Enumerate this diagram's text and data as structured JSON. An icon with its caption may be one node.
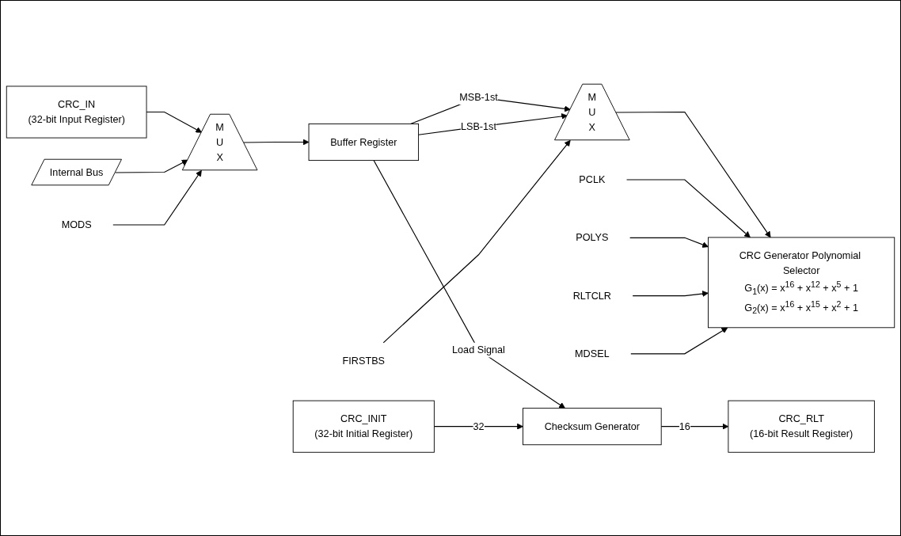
{
  "diagram": {
    "nodes": [
      {
        "text": [
          "CRC_IN",
          "(32-bit Input Register)"
        ]
      },
      {
        "text": [
          "Internal Bus"
        ]
      },
      {
        "text": [
          "MODS"
        ]
      },
      {
        "text": [
          "M U X"
        ]
      },
      {
        "text": [
          "Buffer Register"
        ]
      },
      {
        "text": [
          "FIRSTBS"
        ]
      },
      {
        "text": [
          "M U X"
        ]
      },
      {
        "text": [
          "CRC_INIT",
          "(32-bit Initial Register)"
        ]
      },
      {
        "text": [
          "PCLK"
        ]
      },
      {
        "text": [
          "POLYS"
        ]
      },
      {
        "text": [
          "RLTCLR"
        ]
      },
      {
        "text": [
          "MDSEL"
        ]
      },
      {
        "text": [
          "CRC Generator Polynomial Selector",
          "G$_{1}$(x) = x$^{16}$ + x$^{12}$ + x$^{5}$ + 1",
          "G$_{2}$(x) = x$^{16}$ + x$^{15}$ + x$^{2}$ + 1"
        ]
      },
      {
        "text": [
          "Checksum Generator"
        ]
      },
      {
        "text": [
          "CRC_RLT",
          "(16-bit Result Register)"
        ]
      }
    ],
    "edges": [
      {
        "from": 0,
        "to": 3,
        "arrow": "to"
      },
      {
        "from": 1,
        "to": 3,
        "arrow": "to"
      },
      {
        "from": 2,
        "to": 3,
        "arrow": "to"
      },
      {
        "from": 3,
        "to": 4,
        "arrow": "to"
      },
      {
        "from": 4,
        "to": 6,
        "arrow": "to",
        "label": "MSB-1st"
      },
      {
        "from": 4,
        "to": 6,
        "arrow": "to",
        "label": "LSB-1st"
      },
      {
        "from": 5,
        "to": 6,
        "arrow": "to"
      },
      {
        "from": 6,
        "to": 12,
        "arrow": "to"
      },
      {
        "from": 4,
        "to": 13,
        "arrow": "to",
        "label": "Load Signal"
      },
      {
        "from": 7,
        "to": 13,
        "arrow": "to",
        "label": "32"
      },
      {
        "from": 8,
        "to": 12,
        "arrow": "to"
      },
      {
        "from": 9,
        "to": 12,
        "arrow": "to"
      },
      {
        "from": 10,
        "to": 12,
        "arrow": "to"
      },
      {
        "from": 11,
        "to": 12,
        "arrow": "to"
      },
      {
        "from": 13,
        "to": 14,
        "arrow": "to",
        "label": "16"
      }
    ]
  }
}
